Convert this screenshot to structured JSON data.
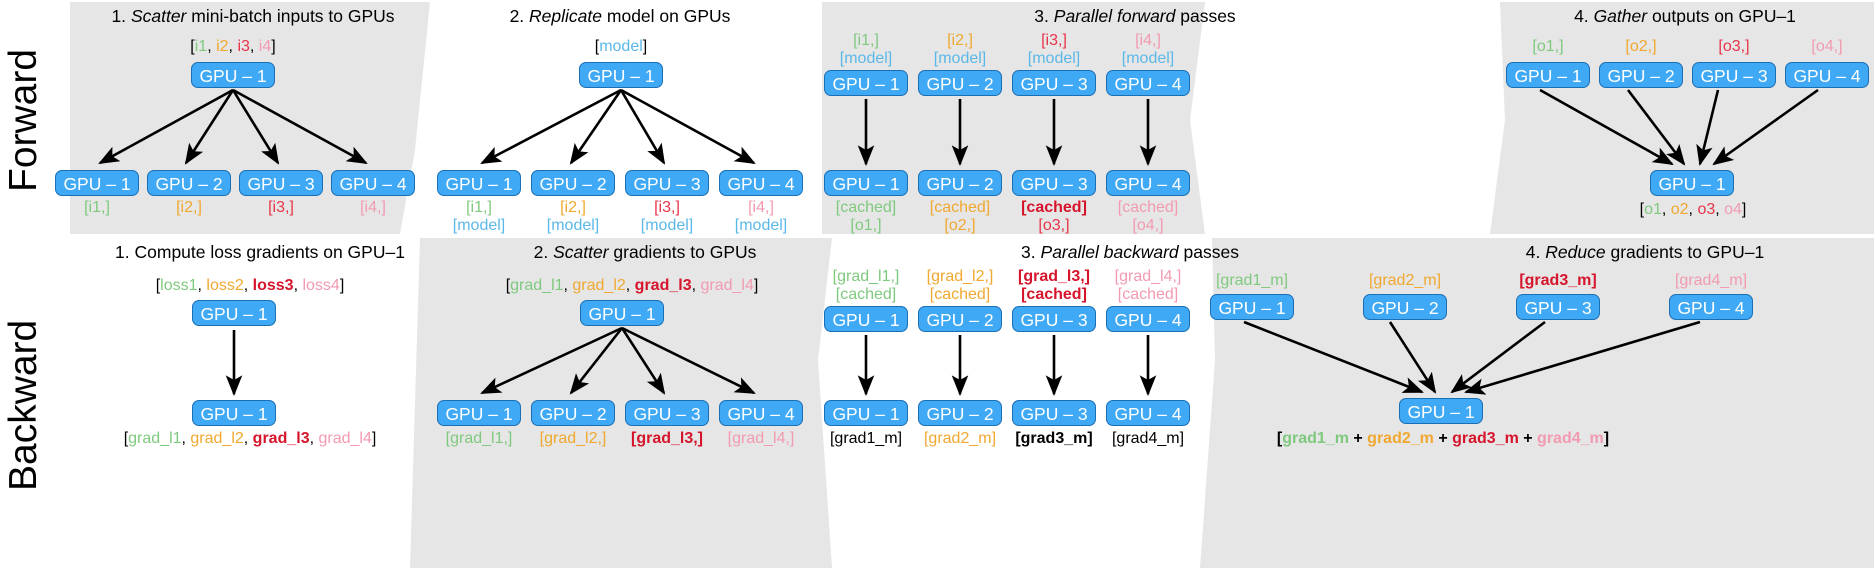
{
  "rows": {
    "forward_label": "Forward",
    "backward_label": "Backward"
  },
  "colors": {
    "gpu_fill": "#3fa9f5",
    "gpu_stroke": "#1a6fb5",
    "band": "#e6e6e6",
    "c1_green": "#7fc97f",
    "c2_orange": "#f0a830",
    "c3_red": "#e8344a",
    "c4_pink": "#f29ab0",
    "model_blue": "#5bb8e8"
  },
  "forward": {
    "panel1": {
      "title_num": "1.",
      "title_em": "Scatter",
      "title_rest": "mini-batch inputs to GPUs",
      "top_label_open": "[",
      "top_i1": "i1",
      "top_sep1": ", ",
      "top_i2": "i2",
      "top_sep2": ", ",
      "top_i3": "i3",
      "top_sep3": ", ",
      "top_i4": "i4",
      "top_label_close": "]",
      "source_gpu": "GPU – 1",
      "targets": [
        {
          "gpu": "GPU – 1",
          "l1": "[i1,]"
        },
        {
          "gpu": "GPU – 2",
          "l1": "[i2,]"
        },
        {
          "gpu": "GPU – 3",
          "l1": "[i3,]"
        },
        {
          "gpu": "GPU – 4",
          "l1": "[i4,]"
        }
      ]
    },
    "panel2": {
      "title_num": "2.",
      "title_em": "Replicate",
      "title_rest": "model on GPUs",
      "top_open": "[",
      "top_model": "model",
      "top_close": "]",
      "source_gpu": "GPU – 1",
      "targets": [
        {
          "gpu": "GPU – 1",
          "l1": "[i1,]",
          "l2": "[model]"
        },
        {
          "gpu": "GPU – 2",
          "l1": "[i2,]",
          "l2": "[model]"
        },
        {
          "gpu": "GPU – 3",
          "l1": "[i3,]",
          "l2": "[model]"
        },
        {
          "gpu": "GPU – 4",
          "l1": "[i4,]",
          "l2": "[model]"
        }
      ]
    },
    "panel3": {
      "title_num": "3.",
      "title_em": "Parallel forward",
      "title_rest": "passes",
      "columns": [
        {
          "top1": "[i1,]",
          "top2": "[model]",
          "gpu_top": "GPU – 1",
          "gpu_bot": "GPU – 1",
          "bot1": "[cached]",
          "bot2": "[o1,]"
        },
        {
          "top1": "[i2,]",
          "top2": "[model]",
          "gpu_top": "GPU – 2",
          "gpu_bot": "GPU – 2",
          "bot1": "[cached]",
          "bot2": "[o2,]"
        },
        {
          "top1": "[i3,]",
          "top2": "[model]",
          "gpu_top": "GPU – 3",
          "gpu_bot": "GPU – 3",
          "bot1": "[cached]",
          "bot2": "[o3,]"
        },
        {
          "top1": "[i4,]",
          "top2": "[model]",
          "gpu_top": "GPU – 4",
          "gpu_bot": "GPU – 4",
          "bot1": "[cached]",
          "bot2": "[o4,]"
        }
      ]
    },
    "panel4": {
      "title_num": "4.",
      "title_em": "Gather",
      "title_rest": "outputs on GPU–1",
      "sources": [
        {
          "gpu": "GPU – 1",
          "top": "[o1,]"
        },
        {
          "gpu": "GPU – 2",
          "top": "[o2,]"
        },
        {
          "gpu": "GPU – 3",
          "top": "[o3,]"
        },
        {
          "gpu": "GPU – 4",
          "top": "[o4,]"
        }
      ],
      "target_gpu": "GPU – 1",
      "result_open": "[",
      "result_o1": "o1",
      "result_s1": ", ",
      "result_o2": "o2",
      "result_s2": ", ",
      "result_o3": "o3",
      "result_s3": ", ",
      "result_o4": "o4",
      "result_close": "]"
    }
  },
  "backward": {
    "panel1": {
      "title": "1. Compute loss gradients on GPU–1",
      "top_open": "[",
      "top_l1": "loss1",
      "top_s1": ", ",
      "top_l2": "loss2",
      "top_s2": ", ",
      "top_l3": "loss3",
      "top_s3": ", ",
      "top_l4": "loss4",
      "top_close": "]",
      "gpu_top": "GPU – 1",
      "gpu_bot": "GPU – 1",
      "bot_open": "[",
      "bot_g1": "grad_l1",
      "bot_s1": ", ",
      "bot_g2": "grad_l2",
      "bot_s2": ", ",
      "bot_g3": "grad_l3",
      "bot_s3": ", ",
      "bot_g4": "grad_l4",
      "bot_close": "]"
    },
    "panel2": {
      "title_num": "2.",
      "title_em": "Scatter",
      "title_rest": "gradients to GPUs",
      "top_open": "[",
      "top_g1": "grad_l1",
      "top_s1": ", ",
      "top_g2": "grad_l2",
      "top_s2": ", ",
      "top_g3": "grad_l3",
      "top_s3": ", ",
      "top_g4": "grad_l4",
      "top_close": "]",
      "source_gpu": "GPU – 1",
      "targets": [
        {
          "gpu": "GPU – 1",
          "l1": "[grad_l1,]"
        },
        {
          "gpu": "GPU – 2",
          "l1": "[grad_l2,]"
        },
        {
          "gpu": "GPU – 3",
          "l1": "[grad_l3,]"
        },
        {
          "gpu": "GPU – 4",
          "l1": "[grad_l4,]"
        }
      ]
    },
    "panel3": {
      "title_num": "3.",
      "title_em": "Parallel backward",
      "title_rest": "passes",
      "columns": [
        {
          "top1": "[grad_l1,]",
          "top2": "[cached]",
          "gpu_top": "GPU – 1",
          "gpu_bot": "GPU – 1",
          "bot1": "[grad1_m]"
        },
        {
          "top1": "[grad_l2,]",
          "top2": "[cached]",
          "gpu_top": "GPU – 2",
          "gpu_bot": "GPU – 2",
          "bot1": "[grad2_m]"
        },
        {
          "top1": "[grad_l3,]",
          "top2": "[cached]",
          "gpu_top": "GPU – 3",
          "gpu_bot": "GPU – 3",
          "bot1": "[grad3_m]"
        },
        {
          "top1": "[grad_l4,]",
          "top2": "[cached]",
          "gpu_top": "GPU – 4",
          "gpu_bot": "GPU – 4",
          "bot1": "[grad4_m]"
        }
      ]
    },
    "panel4": {
      "title_num": "4.",
      "title_em": "Reduce",
      "title_rest": "gradients to GPU–1",
      "sources": [
        {
          "gpu": "GPU – 1",
          "top": "[grad1_m]"
        },
        {
          "gpu": "GPU – 2",
          "top": "[grad2_m]"
        },
        {
          "gpu": "GPU – 3",
          "top": "[grad3_m]"
        },
        {
          "gpu": "GPU – 4",
          "top": "[grad4_m]"
        }
      ],
      "target_gpu": "GPU – 1",
      "result_open": "[",
      "result_g1": "grad1_m",
      "result_p1": " + ",
      "result_g2": "grad2_m",
      "result_p2": " + ",
      "result_g3": "grad3_m",
      "result_p3": " + ",
      "result_g4": "grad4_m",
      "result_close": "]"
    }
  }
}
